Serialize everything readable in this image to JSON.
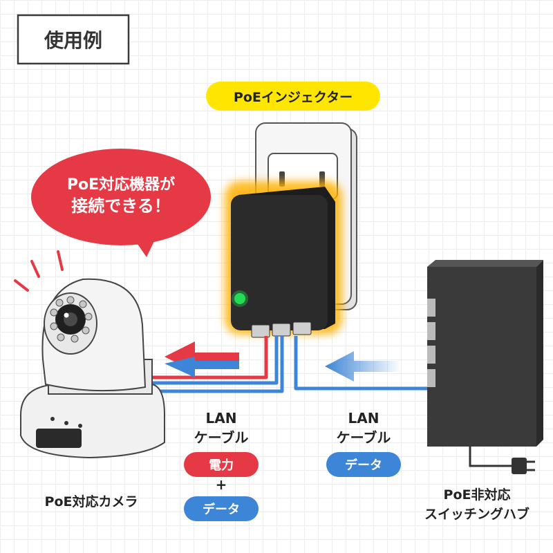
{
  "header": {
    "title": "使用例"
  },
  "injector": {
    "label": "PoEインジェクター"
  },
  "bubble": {
    "line1": "PoE対応機器が",
    "line2": "接続できる！"
  },
  "camera": {
    "label": "PoE対応カメラ"
  },
  "cable_left": {
    "line1": "LAN",
    "line2": "ケーブル",
    "badge_power": "電力",
    "plus": "+",
    "badge_data": "データ"
  },
  "cable_right": {
    "line1": "LAN",
    "line2": "ケーブル",
    "badge_data": "データ"
  },
  "hub": {
    "line1": "PoE非対応",
    "line2": "スイッチングハブ"
  },
  "colors": {
    "power_red": "#e63946",
    "data_blue": "#3d85d6",
    "label_yellow": "#ffe600",
    "device_dark": "#2a2a2a",
    "led_green": "#22dd55"
  }
}
